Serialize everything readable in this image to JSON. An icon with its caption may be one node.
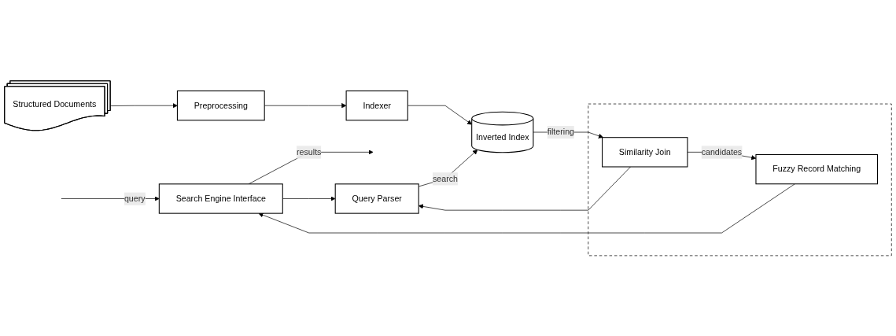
{
  "diagram": {
    "nodes": [
      {
        "text": [
          "Search Engine Interface"
        ]
      },
      {
        "text": [
          "Query Parser"
        ]
      },
      {
        "text": [],
        "shape": "box"
      },
      {
        "text": [
          "Fuzzy Record Matching"
        ],
        "in": 2
      },
      {
        "text": [
          "Similarity Join"
        ],
        "in": 2
      },
      {
        "text": [
          "Inverted Index"
        ]
      },
      {
        "text": [
          "Structured Documents"
        ]
      },
      {
        "text": [
          "Preprocessing"
        ]
      },
      {
        "text": [
          "Indexer"
        ]
      }
    ],
    "edges": [
      {
        "from": null,
        "to": 0,
        "arrow": "to",
        "label": "query"
      },
      {
        "from": 0,
        "to": null,
        "arrow": "to",
        "label": "results"
      },
      {
        "from": 0,
        "to": 1,
        "arrow": "to"
      },
      {
        "from": 1,
        "to": 5,
        "arrow": "to",
        "label": "search"
      },
      {
        "from": 4,
        "to": 1,
        "arrow": "to"
      },
      {
        "from": 4,
        "to": 3,
        "arrow": "to",
        "label": "candidates"
      },
      {
        "from": 5,
        "to": 4,
        "arrow": "to",
        "label": "filtering"
      },
      {
        "from": 3,
        "to": 0,
        "arrow": "to"
      },
      {
        "from": 6,
        "to": 7,
        "arrow": "to"
      },
      {
        "from": 7,
        "to": 8,
        "arrow": "to"
      },
      {
        "from": 8,
        "to": 5,
        "arrow": "to"
      }
    ]
  }
}
